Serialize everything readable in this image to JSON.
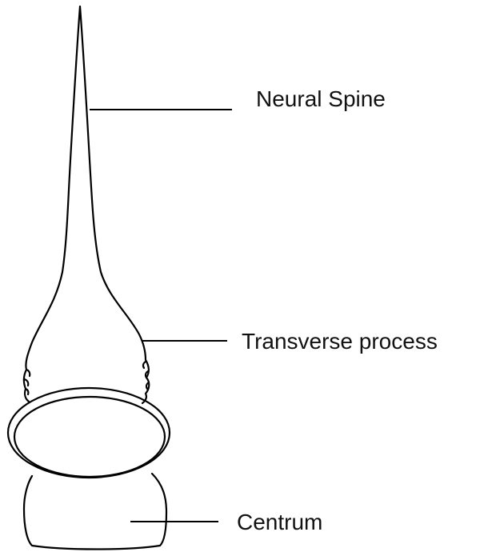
{
  "labels": {
    "neural_spine": "Neural Spine",
    "transverse_process": "Transverse process",
    "centrum": "Centrum"
  }
}
